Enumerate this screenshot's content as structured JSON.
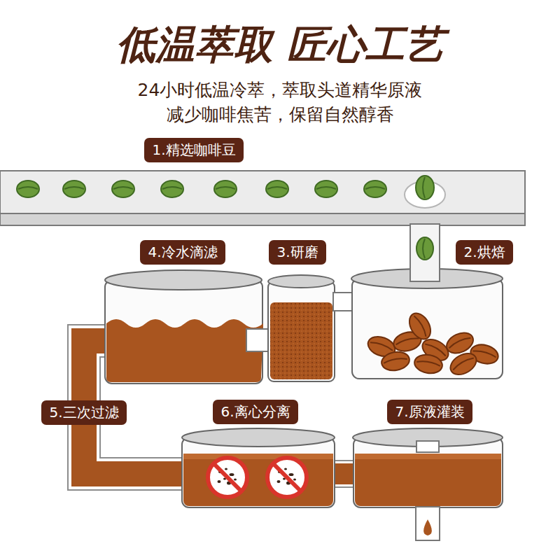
{
  "diagram": {
    "title": "低温萃取 匠心工艺",
    "nodes": [
      {
        "text": [
          "1.精选咖啡豆"
        ]
      },
      {
        "text": [
          "2.烘焙"
        ]
      },
      {
        "text": [
          "3.研磨"
        ]
      },
      {
        "text": [
          "4.冷水滴滤"
        ]
      },
      {
        "text": [
          "5.三次过滤"
        ]
      },
      {
        "text": [
          "6.离心分离"
        ]
      },
      {
        "text": [
          "7.原液灌装"
        ]
      }
    ],
    "labels": [
      "24小时低温冷萃，萃取头道精华原液",
      "减少咖啡焦苦，保留自然醇香"
    ]
  }
}
